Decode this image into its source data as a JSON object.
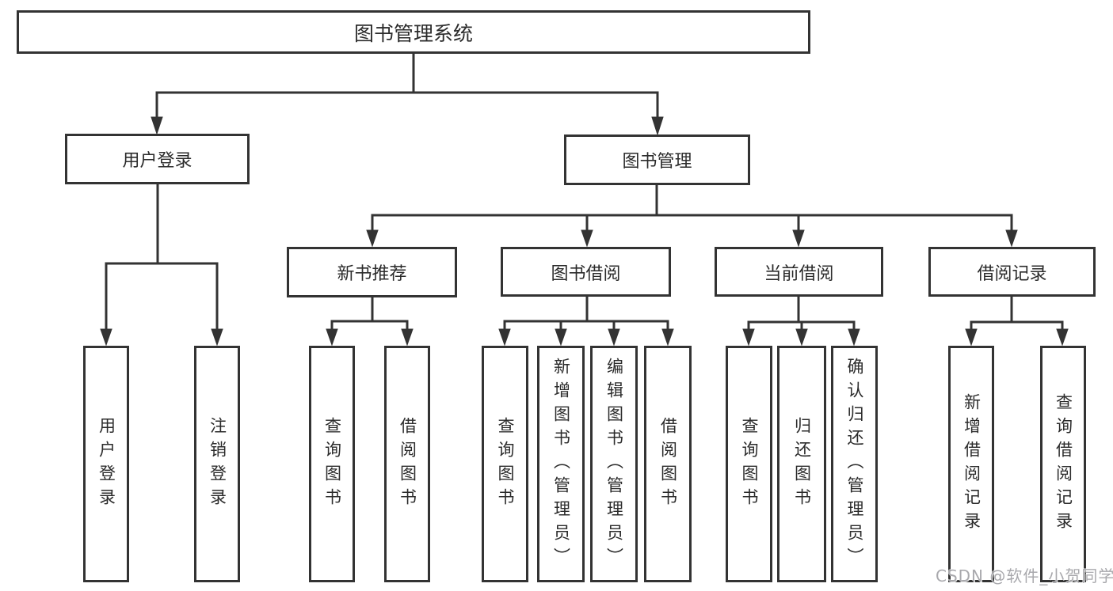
{
  "tree": {
    "label": "图书管理系统",
    "children": [
      {
        "label": "用户登录",
        "children": [
          {
            "label": "用户登录"
          },
          {
            "label": "注销登录"
          }
        ]
      },
      {
        "label": "图书管理",
        "children": [
          {
            "label": "新书推荐",
            "children": [
              {
                "label": "查询图书"
              },
              {
                "label": "借阅图书"
              }
            ]
          },
          {
            "label": "图书借阅",
            "children": [
              {
                "label": "查询图书"
              },
              {
                "label": "新增图书（管理员）"
              },
              {
                "label": "编辑图书（管理员）"
              },
              {
                "label": "借阅图书"
              }
            ]
          },
          {
            "label": "当前借阅",
            "children": [
              {
                "label": "查询图书"
              },
              {
                "label": "归还图书"
              },
              {
                "label": "确认归还（管理员）"
              }
            ]
          },
          {
            "label": "借阅记录",
            "children": [
              {
                "label": "新增借阅记录"
              },
              {
                "label": "查询借阅记录"
              }
            ]
          }
        ]
      }
    ]
  },
  "watermark": {
    "text": "CSDN @软件_小贺同学"
  },
  "colors": {
    "line": "#333333",
    "box_border": "#333333",
    "background": "#ffffff",
    "watermark": "#a9a9ad"
  }
}
